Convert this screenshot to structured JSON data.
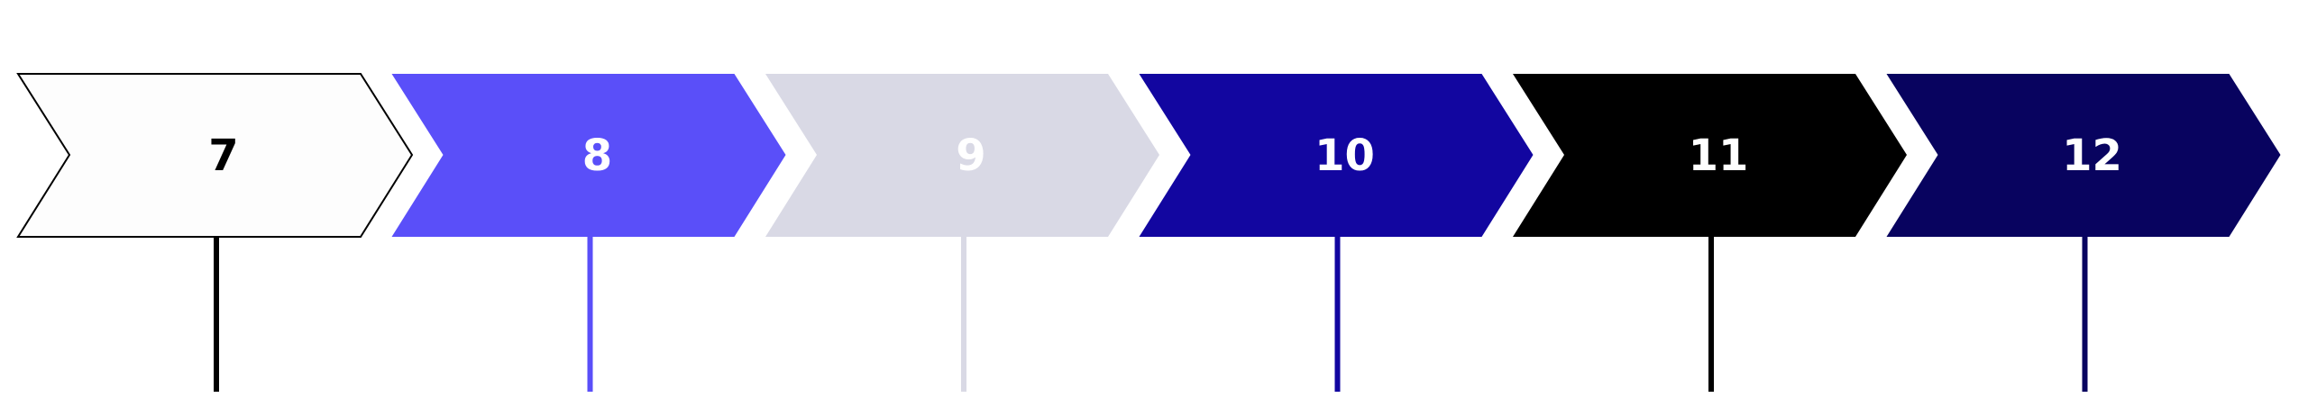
{
  "steps": [
    {
      "label": "7",
      "fill": "#fdfdfd",
      "text_color": "#000000",
      "line_color": "#000000",
      "outlined": true
    },
    {
      "label": "8",
      "fill": "#5a4ff9",
      "text_color": "#ffffff",
      "line_color": "#5a4ff9",
      "outlined": false
    },
    {
      "label": "9",
      "fill": "#d9d9e5",
      "text_color": "#ffffff",
      "line_color": "#d9d9e5",
      "outlined": false
    },
    {
      "label": "10",
      "fill": "#1206a0",
      "text_color": "#ffffff",
      "line_color": "#1206a0",
      "outlined": false
    },
    {
      "label": "11",
      "fill": "#000000",
      "text_color": "#ffffff",
      "line_color": "#000000",
      "outlined": false
    },
    {
      "label": "12",
      "fill": "#08035f",
      "text_color": "#ffffff",
      "line_color": "#08035f",
      "outlined": false
    }
  ]
}
